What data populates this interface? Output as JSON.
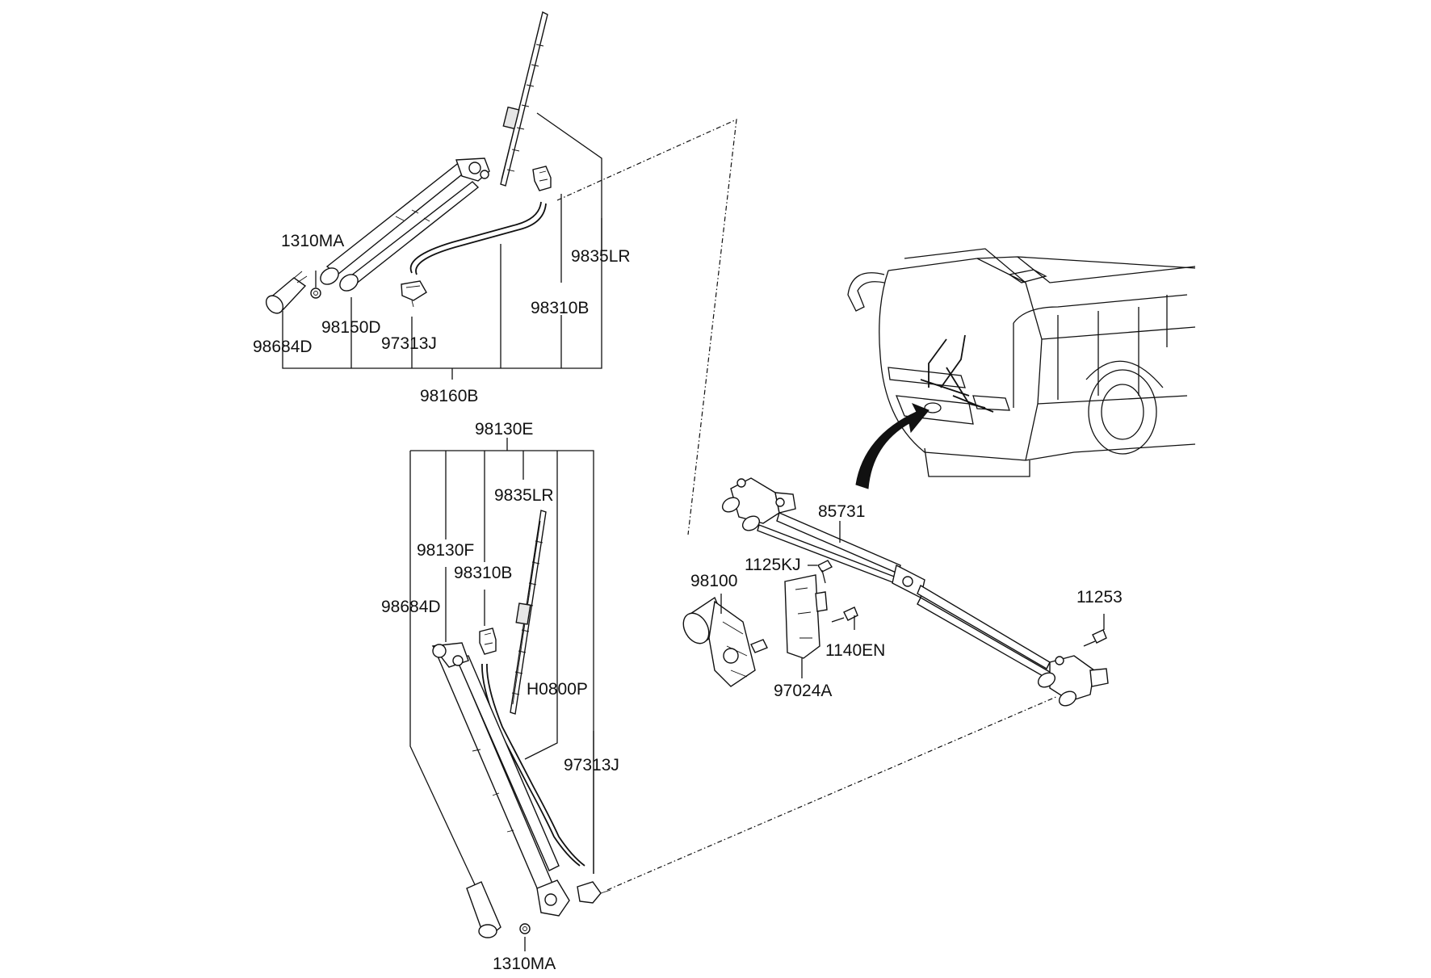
{
  "labels": {
    "p1310MA_top": "1310MA",
    "p9835LR_top": "9835LR",
    "p98310B_top": "98310B",
    "p98150D": "98150D",
    "p98684D_top": "98684D",
    "p97313J_top": "97313J",
    "p98160B": "98160B",
    "p98130E": "98130E",
    "p9835LR_bot": "9835LR",
    "p98130F": "98130F",
    "p98310B_bot": "98310B",
    "p98684D_bot": "98684D",
    "pH0800P": "H0800P",
    "p97313J_bot": "97313J",
    "p1310MA_bot": "1310MA",
    "p85731": "85731",
    "p1125KJ": "1125KJ",
    "p98100": "98100",
    "p11253": "11253",
    "p1140EN": "1140EN",
    "p97024A": "97024A"
  }
}
